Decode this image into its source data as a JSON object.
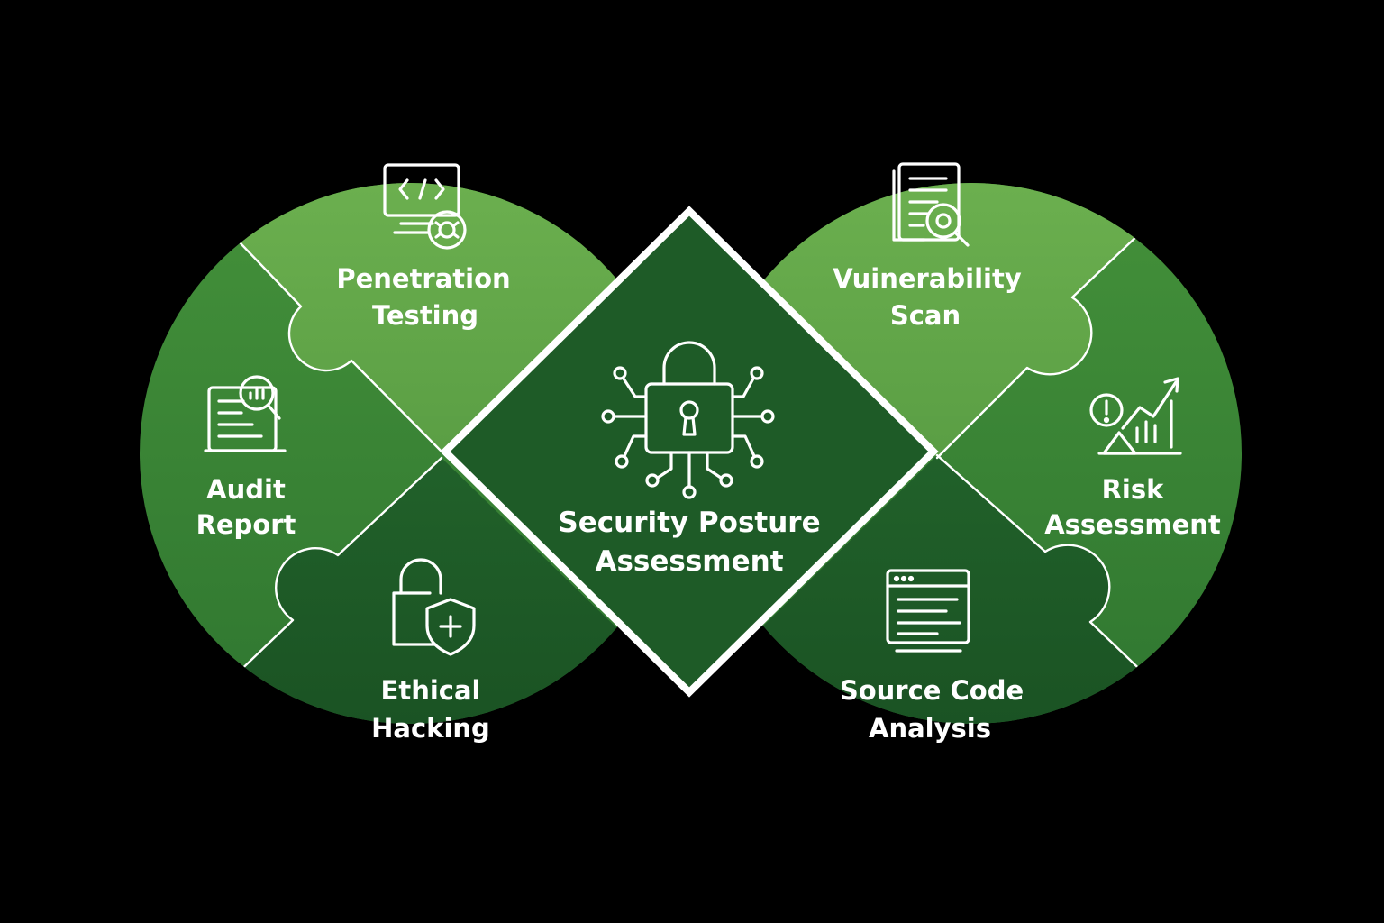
{
  "center": {
    "line1": "Security Posture",
    "line2": "Assessment",
    "icon": "circuit-padlock-icon"
  },
  "segments": [
    {
      "id": "penetration-testing",
      "line1": "Penetration",
      "line2": "Testing",
      "icon": "code-monitor-bug-icon"
    },
    {
      "id": "audit-report",
      "line1": "Audit",
      "line2": "Report",
      "icon": "document-magnifier-icon"
    },
    {
      "id": "ethical-hacking",
      "line1": "Ethical",
      "line2": "Hacking",
      "icon": "padlock-shield-icon"
    },
    {
      "id": "vulnerability-scan",
      "line1": "Vuinerability",
      "line2": "Scan",
      "icon": "document-bug-magnifier-icon"
    },
    {
      "id": "risk-assessment",
      "line1": "Risk",
      "line2": "Assessment",
      "icon": "warning-chart-icon"
    },
    {
      "id": "source-code-analysis",
      "line1": "Source Code",
      "line2": "Analysis",
      "icon": "code-window-icon"
    }
  ],
  "colors": {
    "background": "#000000",
    "green_light": "#6aad4e",
    "green_mid": "#3f8a36",
    "green_dark": "#1f5a26",
    "center": "#1e5b27",
    "lines": "#ffffff"
  }
}
